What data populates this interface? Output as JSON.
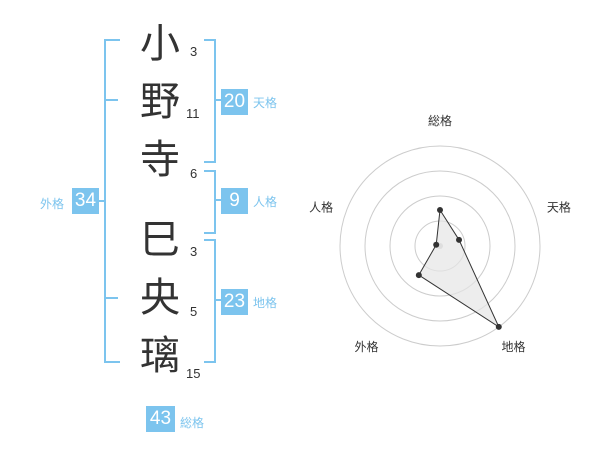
{
  "name": {
    "surname": [
      {
        "char": "小",
        "strokes": "3"
      },
      {
        "char": "野",
        "strokes": "11"
      },
      {
        "char": "寺",
        "strokes": "6"
      }
    ],
    "given": [
      {
        "char": "巳",
        "strokes": "3"
      },
      {
        "char": "央",
        "strokes": "5"
      },
      {
        "char": "璃",
        "strokes": "15"
      }
    ]
  },
  "grades": {
    "tenkaku": {
      "value": "20",
      "label": "天格"
    },
    "jinkaku": {
      "value": "9",
      "label": "人格"
    },
    "chikaku": {
      "value": "23",
      "label": "地格"
    },
    "gaikaku": {
      "value": "34",
      "label": "外格"
    },
    "soukaku": {
      "value": "43",
      "label": "総格"
    }
  },
  "colors": {
    "accent": "#7cc4ee",
    "text": "#333333"
  },
  "chart_data": {
    "type": "radar",
    "axes": [
      "総格",
      "天格",
      "地格",
      "外格",
      "人格"
    ],
    "values": [
      0.36,
      0.2,
      1.0,
      0.36,
      0.04
    ],
    "rings": 4,
    "range": [
      0,
      1
    ]
  }
}
